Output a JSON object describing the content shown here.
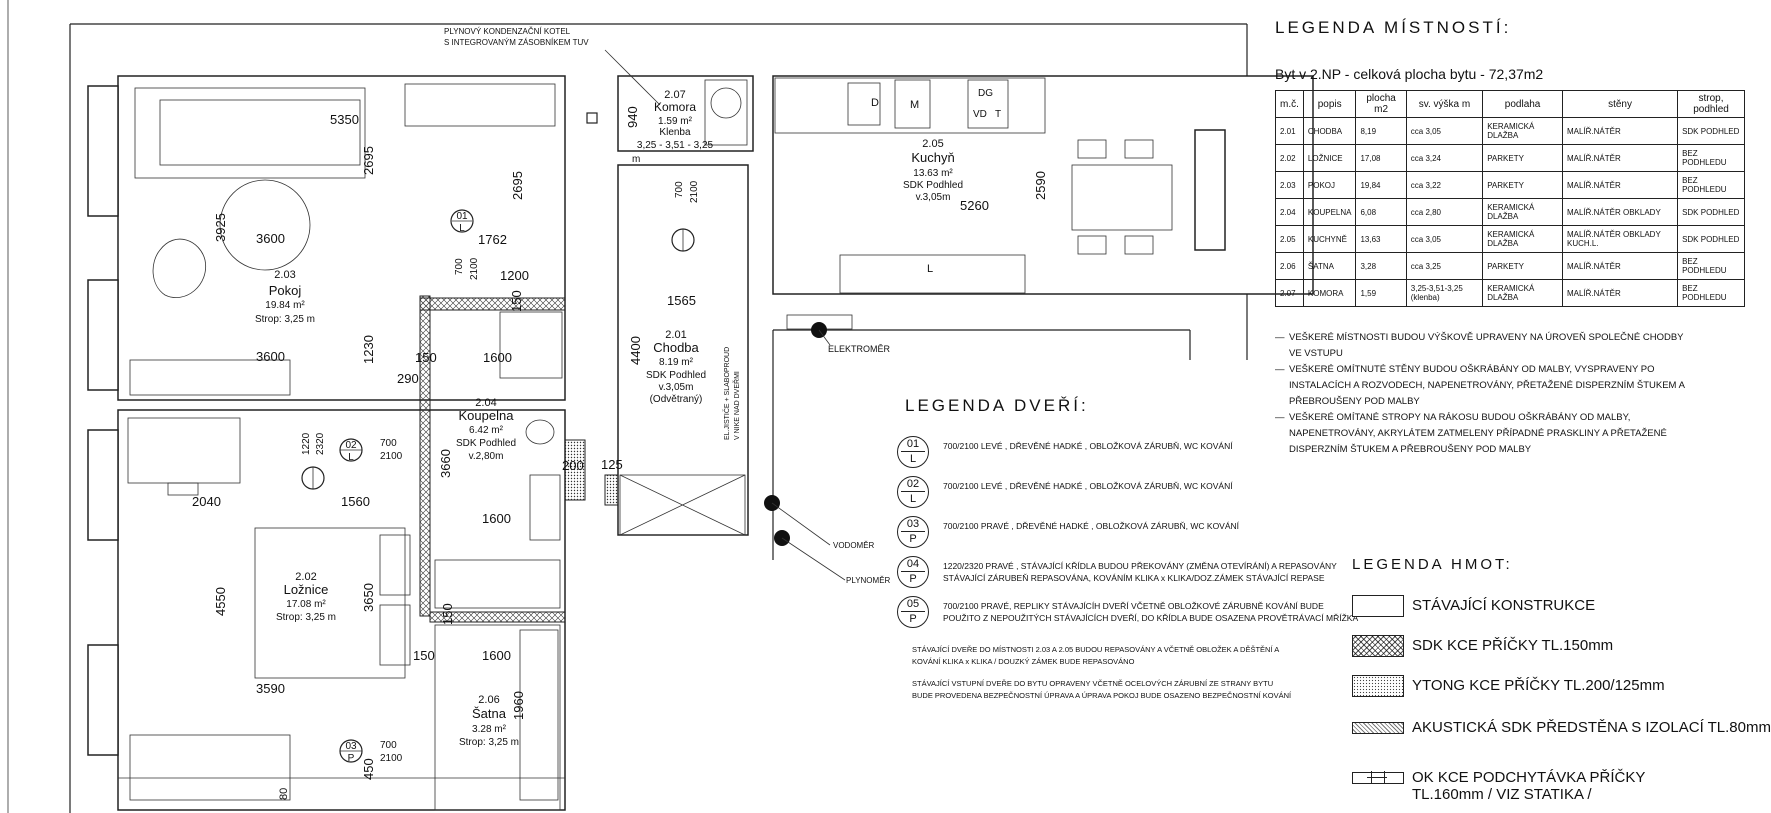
{
  "legend_rooms": {
    "title": "LEGENDA MÍSTNOSTÍ:",
    "subtitle": "Byt v 2.NP - celková plocha bytu - 72,37m2",
    "headers": [
      "m.č.",
      "popis",
      "plocha m2",
      "sv. výška m",
      "podlaha",
      "stěny",
      "strop, podhled"
    ],
    "rows": [
      [
        "2.01",
        "CHODBA",
        "8,19",
        "cca 3,05",
        "KERAMICKÁ DLAŽBA",
        "MALÍŘ.NÁTĚR",
        "SDK PODHLED"
      ],
      [
        "2.02",
        "LOŽNICE",
        "17,08",
        "cca 3,24",
        "PARKETY",
        "MALÍŘ.NÁTĚR",
        "BEZ PODHLEDU"
      ],
      [
        "2.03",
        "POKOJ",
        "19,84",
        "cca 3,22",
        "PARKETY",
        "MALÍŘ.NÁTĚR",
        "BEZ PODHLEDU"
      ],
      [
        "2.04",
        "KOUPELNA",
        "6,08",
        "cca 2,80",
        "KERAMICKÁ DLAŽBA",
        "MALÍŘ.NÁTĚR OBKLADY",
        "SDK PODHLED"
      ],
      [
        "2.05",
        "KUCHYNĚ",
        "13,63",
        "cca 3,05",
        "KERAMICKÁ DLAŽBA",
        "MALÍŘ.NÁTĚR OBKLADY KUCH.L.",
        "SDK PODHLED"
      ],
      [
        "2.06",
        "ŠATNA",
        "3,28",
        "cca 3,25",
        "PARKETY",
        "MALÍŘ.NÁTĚR",
        "BEZ PODHLEDU"
      ],
      [
        "2.07",
        "KOMORA",
        "1,59",
        "3,25-3,51-3,25 (klenba)",
        "KERAMICKÁ DLAŽBA",
        "MALÍŘ.NÁTĚR",
        "BEZ PODHLEDU"
      ]
    ],
    "notes": [
      "VEŠKERÉ MÍSTNOSTI BUDOU VÝŠKOVĚ UPRAVENY NA ÚROVEŇ SPOLEČNÉ CHODBY VE VSTUPU",
      "VEŠKERÉ OMÍTNUTÉ STĚNY BUDOU OŠKRÁBÁNY OD MALBY, VYSPRAVENY PO INSTALACÍCH A ROZVODECH, NAPENETROVÁNY, PŘETAŽENÉ DISPERZNÍM ŠTUKEM A PŘEBROUŠENY POD MALBY",
      "VEŠKERÉ OMÍTANÉ STROPY NA RÁKOSU BUDOU OŠKRÁBÁNY OD MALBY, NAPENETROVÁNY, AKRYLÁTEM ZATMELENY PŘÍPADNÉ PRASKLINY A PŘETAŽENÉ DISPERZNÍM ŠTUKEM A PŘEBROUŠENY POD MALBY"
    ]
  },
  "legend_doors": {
    "title": "LEGENDA DVEŘÍ:",
    "items": [
      {
        "num": "01",
        "side": "L",
        "text": "700/2100 LEVÉ , DŘEVĚNÉ HADKÉ , OBLOŽKOVÁ ZÁRUBŇ, WC KOVÁNÍ"
      },
      {
        "num": "02",
        "side": "L",
        "text": "700/2100 LEVÉ , DŘEVĚNÉ HADKÉ , OBLOŽKOVÁ ZÁRUBŇ, WC KOVÁNÍ"
      },
      {
        "num": "03",
        "side": "P",
        "text": "700/2100 PRAVÉ , DŘEVĚNÉ HADKÉ , OBLOŽKOVÁ ZÁRUBŇ, WC KOVÁNÍ"
      },
      {
        "num": "04",
        "side": "P",
        "text": "1220/2320 PRAVÉ , STÁVAJÍCÍ KŘÍDLA BUDOU PŘEKOVÁNY (ZMĚNA OTEVÍRÁNÍ) A REPASOVÁNY STÁVAJÍCÍ ZÁRUBEŇ REPASOVÁNA, KOVÁNÍM KLIKA x KLIKA/DOZ.ZÁMEK STÁVAJÍCÍ REPASE"
      },
      {
        "num": "05",
        "side": "P",
        "text": "700/2100 PRAVÉ, REPLIKY STÁVAJÍCÍH DVEŘÍ VČETNĚ OBLOŽKOVÉ ZÁRUBNĚ KOVÁNÍ BUDE POUŽITO Z NEPOUŽITÝCH STÁVAJÍCÍCH DVEŘÍ, DO KŘÍDLA BUDE OSAZENA PROVĚTRÁVACÍ MŘÍŽKA"
      }
    ],
    "notes": [
      "STÁVAJÍCÍ DVEŘE DO MÍSTNOSTI 2.03 A 2.05 BUDOU REPASOVÁNY A VČETNĚ OBLOŽEK A DĚŠTĚNÍ A KOVÁNÍ KLIKA x KLIKA / DOUZKÝ ZÁMEK BUDE REPASOVÁNO",
      "STÁVAJÍCÍ VSTUPNÍ DVEŘE DO BYTU OPRAVENY VČETNĚ OCELOVÝCH ZÁRUBNÍ ZE STRANY BYTU BUDE PROVEDENA BEZPEČNOSTNÍ ÚPRAVA A ÚPRAVA POKOJ BUDE OSAZENO BEZPEČNOSTNÍ KOVÁNÍ"
    ]
  },
  "legend_masses": {
    "title": "LEGENDA HMOT:",
    "items": [
      {
        "label": "STÁVAJÍCÍ KONSTRUKCE",
        "pattern": "plain"
      },
      {
        "label": "SDK KCE PŘÍČKY TL.150mm",
        "pattern": "crosshatch"
      },
      {
        "label": "YTONG KCE PŘÍČKY TL.200/125mm",
        "pattern": "dots"
      },
      {
        "label": "AKUSTICKÁ SDK PŘEDSTĚNA S IZOLACÍ TL.80mm",
        "pattern": "fine"
      },
      {
        "label": "OK KCE PODCHYTÁVKA PŘÍČKY TL.160mm / VIZ STATIKA /",
        "pattern": "steel"
      }
    ]
  },
  "plan": {
    "rooms": [
      {
        "id": "2.03",
        "name": "Pokoj",
        "area": "19.84 m²",
        "extra": "Strop: 3,25 m"
      },
      {
        "id": "2.02",
        "name": "Ložnice",
        "area": "17.08 m²",
        "extra": "Strop: 3,25 m"
      },
      {
        "id": "2.04",
        "name": "Koupelna",
        "area": "6.42 m²",
        "extra": "SDK Podhled",
        "extra2": "v.2,80m"
      },
      {
        "id": "2.06",
        "name": "Šatna",
        "area": "3.28 m²",
        "extra": "Strop: 3,25 m"
      },
      {
        "id": "2.07",
        "name": "Komora",
        "area": "1.59 m²",
        "extra": "Klenba",
        "extra2": "3,25 - 3,51 - 3,25"
      },
      {
        "id": "2.05",
        "name": "Kuchyň",
        "area": "13.63 m²",
        "extra": "SDK Podhled",
        "extra2": "v.3,05m"
      },
      {
        "id": "2.01",
        "name": "Chodba",
        "area": "8.19 m²",
        "extra": "SDK Podhled",
        "extra2": "v.3,05m",
        "extra3": "(Odvětraný)"
      }
    ],
    "labels": {
      "boiler1": "PLYNOVÝ KONDENZAČNÍ KOTEL",
      "boiler2": "S INTEGROVANÝM ZÁSOBNÍKEM TUV",
      "electro": "ELEKTROMĚR",
      "water": "VODOMĚR",
      "gas": "PLYNOMĚR",
      "breaker1": "EL.JISTIČE + SLABOPROUD",
      "breaker2": "V NIKE NAD DVEŘMI",
      "kitchen_d": "D",
      "kitchen_m": "M",
      "kitchen_dg": "DG",
      "kitchen_vd": "VD",
      "kitchen_t": "T",
      "kitchen_l": "L",
      "m": "m"
    },
    "dims": {
      "d5350": "5350",
      "d2695a": "2695",
      "d2695b": "2695",
      "d3925": "3925",
      "d3600a": "3600",
      "d1762": "1762",
      "d1200": "1200",
      "d3600b": "3600",
      "d1230": "1230",
      "d150a": "150",
      "d1600a": "1600",
      "d290": "290",
      "d1565": "1565",
      "d4400": "4400",
      "d5260": "5260",
      "d2590": "2590",
      "d940": "940",
      "d700a": "700",
      "d2100a": "2100",
      "d700b": "700",
      "d2100b": "2100",
      "d1220": "1220",
      "d2320": "2320",
      "d700c": "700",
      "d2100c": "2100",
      "d200": "200",
      "d125": "125",
      "d2040": "2040",
      "d1560": "1560",
      "d3660": "3660",
      "d1600b": "1600",
      "d4550": "4550",
      "d3650": "3650",
      "d150b": "150",
      "d150c": "150",
      "d1600c": "1600",
      "d3590": "3590",
      "d1960": "1960",
      "d700d": "700",
      "d2100d": "2100",
      "d450": "450",
      "d80": "80",
      "d150d": "150"
    }
  }
}
